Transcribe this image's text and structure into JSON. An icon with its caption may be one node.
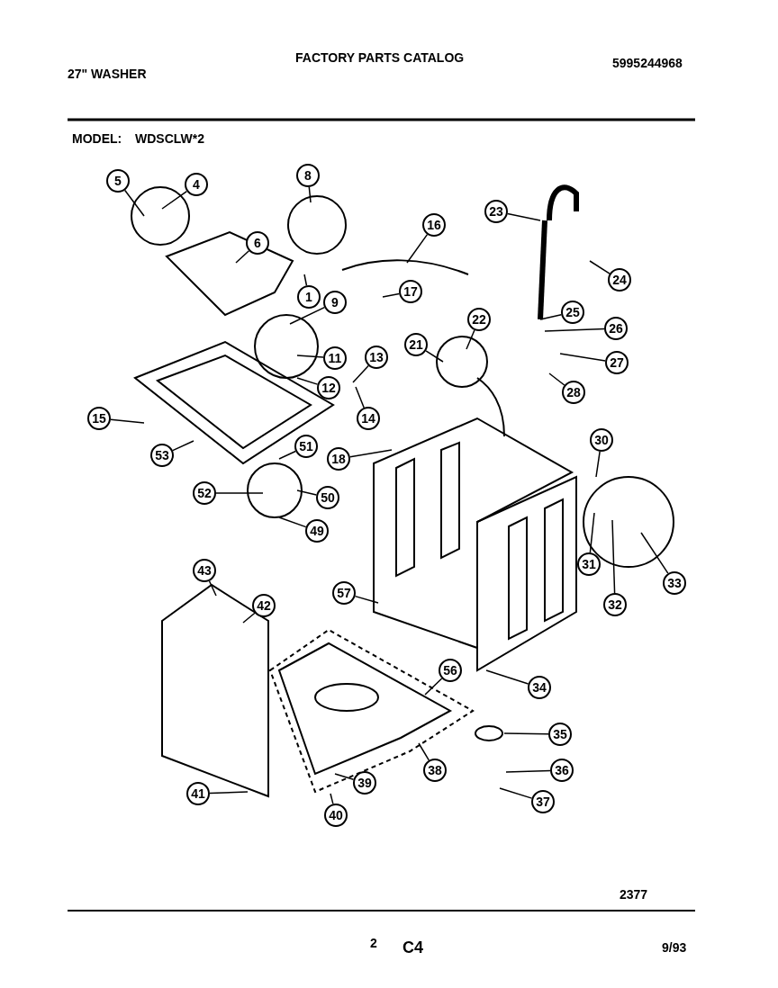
{
  "diagram": {
    "title": "FACTORY PARTS CATALOG",
    "nodes": [
      {
        "text": [
          "5"
        ]
      },
      {
        "text": [
          "4"
        ]
      },
      {
        "text": [
          "8"
        ]
      },
      {
        "text": [
          "6"
        ]
      },
      {
        "text": [
          "1"
        ]
      },
      {
        "text": [
          "16"
        ]
      },
      {
        "text": [
          "17"
        ]
      },
      {
        "text": [
          "9"
        ]
      },
      {
        "text": [
          "11"
        ]
      },
      {
        "text": [
          "12"
        ]
      },
      {
        "text": [
          "13"
        ]
      },
      {
        "text": [
          "14"
        ]
      },
      {
        "text": [
          "15"
        ]
      },
      {
        "text": [
          "53"
        ]
      },
      {
        "text": [
          "51"
        ]
      },
      {
        "text": [
          "52"
        ]
      },
      {
        "text": [
          "50"
        ]
      },
      {
        "text": [
          "49"
        ]
      },
      {
        "text": [
          "23"
        ]
      },
      {
        "text": [
          "24"
        ]
      },
      {
        "text": [
          "25"
        ]
      },
      {
        "text": [
          "26"
        ]
      },
      {
        "text": [
          "27"
        ]
      },
      {
        "text": [
          "28"
        ]
      },
      {
        "text": [
          "22"
        ]
      },
      {
        "text": [
          "21"
        ]
      },
      {
        "text": [
          "18"
        ]
      },
      {
        "text": [
          "30"
        ]
      },
      {
        "text": [
          "31"
        ]
      },
      {
        "text": [
          "32"
        ]
      },
      {
        "text": [
          "33"
        ]
      },
      {
        "text": [
          "57"
        ]
      },
      {
        "text": [
          "34"
        ]
      },
      {
        "text": [
          "43"
        ]
      },
      {
        "text": [
          "42"
        ]
      },
      {
        "text": [
          "56"
        ]
      },
      {
        "text": [
          "35"
        ]
      },
      {
        "text": [
          "36"
        ]
      },
      {
        "text": [
          "37"
        ]
      },
      {
        "text": [
          "38"
        ]
      },
      {
        "text": [
          "39"
        ]
      },
      {
        "text": [
          "40"
        ]
      },
      {
        "text": [
          "41"
        ]
      }
    ],
    "edges": [
      {
        "from": 0,
        "to": null,
        "arrow": "none"
      },
      {
        "from": 1,
        "to": null,
        "arrow": "none"
      },
      {
        "from": 2,
        "to": null,
        "arrow": "none"
      },
      {
        "from": 3,
        "to": null,
        "arrow": "none"
      },
      {
        "from": 4,
        "to": null,
        "arrow": "none"
      },
      {
        "from": 5,
        "to": null,
        "arrow": "none"
      },
      {
        "from": 6,
        "to": null,
        "arrow": "none"
      },
      {
        "from": 7,
        "to": null,
        "arrow": "none"
      },
      {
        "from": 8,
        "to": null,
        "arrow": "none"
      },
      {
        "from": 9,
        "to": null,
        "arrow": "none"
      },
      {
        "from": 10,
        "to": null,
        "arrow": "none"
      },
      {
        "from": 11,
        "to": null,
        "arrow": "none"
      },
      {
        "from": 12,
        "to": null,
        "arrow": "none"
      },
      {
        "from": 13,
        "to": null,
        "arrow": "none"
      },
      {
        "from": 14,
        "to": null,
        "arrow": "none"
      },
      {
        "from": 15,
        "to": null,
        "arrow": "none"
      },
      {
        "from": 16,
        "to": null,
        "arrow": "none"
      },
      {
        "from": 17,
        "to": null,
        "arrow": "none"
      },
      {
        "from": 18,
        "to": null,
        "arrow": "none"
      },
      {
        "from": 19,
        "to": null,
        "arrow": "none"
      },
      {
        "from": 20,
        "to": null,
        "arrow": "none"
      },
      {
        "from": 21,
        "to": null,
        "arrow": "none"
      },
      {
        "from": 22,
        "to": null,
        "arrow": "none"
      },
      {
        "from": 23,
        "to": null,
        "arrow": "none"
      },
      {
        "from": 24,
        "to": null,
        "arrow": "none"
      },
      {
        "from": 25,
        "to": null,
        "arrow": "none"
      },
      {
        "from": 26,
        "to": null,
        "arrow": "none"
      },
      {
        "from": 27,
        "to": null,
        "arrow": "none"
      },
      {
        "from": 28,
        "to": null,
        "arrow": "none"
      },
      {
        "from": 29,
        "to": null,
        "arrow": "none"
      },
      {
        "from": 30,
        "to": null,
        "arrow": "none"
      },
      {
        "from": 31,
        "to": null,
        "arrow": "none"
      },
      {
        "from": 32,
        "to": null,
        "arrow": "none"
      },
      {
        "from": 33,
        "to": null,
        "arrow": "none"
      },
      {
        "from": 34,
        "to": null,
        "arrow": "none"
      },
      {
        "from": 35,
        "to": null,
        "arrow": "none"
      },
      {
        "from": 36,
        "to": null,
        "arrow": "none"
      },
      {
        "from": 37,
        "to": null,
        "arrow": "none"
      },
      {
        "from": 38,
        "to": null,
        "arrow": "none"
      },
      {
        "from": 39,
        "to": null,
        "arrow": "none"
      },
      {
        "from": 40,
        "to": null,
        "arrow": "none"
      },
      {
        "from": 41,
        "to": null,
        "arrow": "none"
      },
      {
        "from": 42,
        "to": null,
        "arrow": "none"
      }
    ],
    "labels": [
      "27\" WASHER",
      "5995244968",
      "MODEL:",
      "WDSCLW*2",
      "2377",
      "2",
      "C4",
      "9/93"
    ]
  }
}
